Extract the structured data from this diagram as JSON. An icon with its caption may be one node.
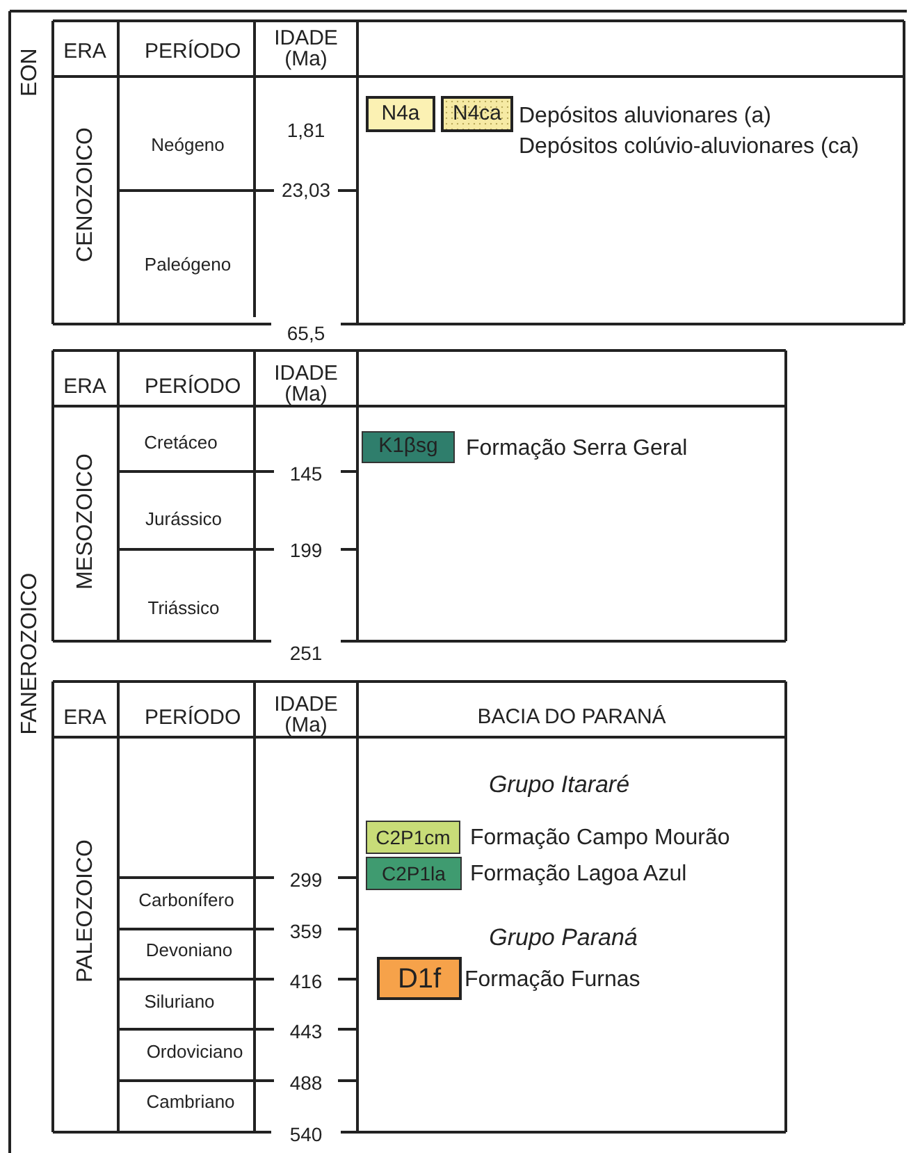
{
  "diagram": {
    "nodes": [
      {
        "text": [
          "N4a"
        ]
      },
      {
        "text": [
          "N4ca"
        ],
        "beside": [
          "Depósitos aluvionares (a)",
          "Depósitos colúvio-aluvionares (ca)"
        ]
      },
      {
        "text": [
          "K1βsg"
        ],
        "beside": [
          "Formação Serra Geral"
        ]
      },
      {
        "text": [
          "C2P1cm"
        ],
        "beside": [
          "Formação Campo Mourão"
        ]
      },
      {
        "text": [
          "C2P1la"
        ],
        "beside": [
          "Formação Lagoa Azul"
        ]
      },
      {
        "text": [
          "D1f"
        ],
        "beside": [
          "Formação Furnas"
        ]
      }
    ],
    "edges": [],
    "labels": [
      "EON",
      "ERA",
      "PERÍODO",
      "IDADE (Ma)",
      "CENOZOICO",
      "Neógeno",
      "1,81",
      "23,03",
      "Paleógeno",
      "65,5",
      "FANEROZOICO",
      "ERA",
      "PERÍODO",
      "IDADE (Ma)",
      "MESOZOICO",
      "Cretáceo",
      "145",
      "Jurássico",
      "199",
      "Triássico",
      "251",
      "ERA",
      "PERÍODO",
      "IDADE (Ma)",
      "BACIA DO PARANÁ",
      "PALEOZOICO",
      "Grupo Itararé",
      "Grupo Paraná",
      "299",
      "Carbonífero",
      "359",
      "Devoniano",
      "416",
      "Siluriano",
      "443",
      "Ordoviciano",
      "488",
      "Cambriano",
      "540"
    ]
  }
}
